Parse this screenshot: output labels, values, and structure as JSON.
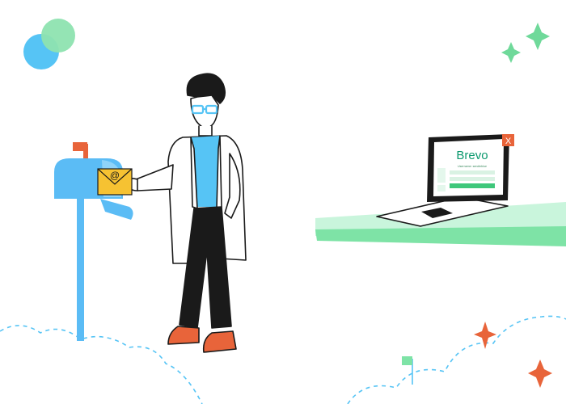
{
  "brand": {
    "logo_text": "Brevo",
    "form_caption": "Username: sendinblue"
  },
  "envelope": {
    "symbol": "@"
  },
  "laptop": {
    "close_symbol": "X"
  },
  "colors": {
    "brand_green": "#0b996e",
    "light_green": "#c9f5dc",
    "mint_green": "#7ee3a6",
    "sky_blue": "#56c4f5",
    "mailbox_blue": "#5bbcf5",
    "orange": "#e8643a",
    "envelope_yellow": "#f6c232",
    "ink": "#1a1a1a"
  },
  "icons": [
    "circles-decoration",
    "sparkle-icon",
    "flag-icon",
    "at-sign-icon",
    "close-icon",
    "mailbox-icon"
  ]
}
